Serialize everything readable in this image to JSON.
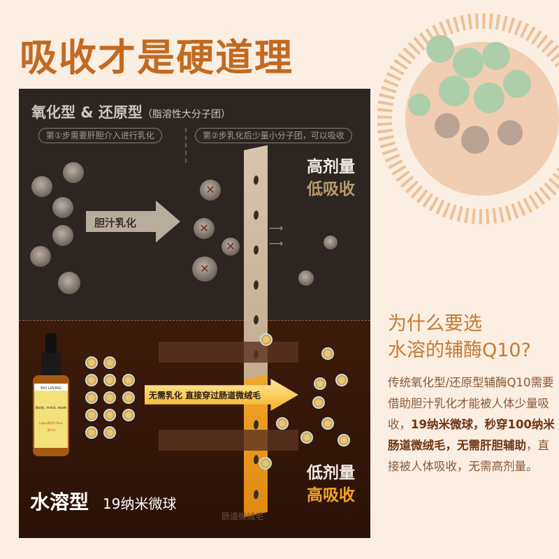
{
  "title": "吸收才是硬道理",
  "panel": {
    "heading": "氧化型 & 还原型",
    "heading_note": "（脂溶性大分子团）",
    "step1": "第①步需要肝胆介入进行乳化",
    "step2": "第②步乳化后少量小分子团，可以吸收",
    "bile_label": "胆汁乳化",
    "high_dose": "高剂量",
    "low_absorption": "低吸收",
    "arrow_label": "无需乳化 直接穿过肠道微绒毛",
    "low_dose": "低剂量",
    "high_absorption": "高吸收",
    "water_soluble": "水溶型",
    "water_soluble_sub": "19纳米微球",
    "villi_label": "肠道微绒毛",
    "bottle": {
      "brand": "BIO LOVING",
      "slogan": "Body, mind, reset",
      "product": "LiquidQ10 Plus",
      "volume": "30 ml"
    }
  },
  "side": {
    "title_line1": "为什么要选",
    "title_line2": "水溶的辅酶Q10?",
    "body_1": "传统氧化型/还原型辅酶Q10需要借助胆汁乳化才能被人体少量吸收，",
    "body_bold1": "19纳米微球，秒穿100纳米肠道微绒毛，无需肝胆辅助",
    "body_2": "，直接被人体吸收，无需高剂量。"
  },
  "colors": {
    "accent": "#c26a22",
    "panel": "#2c2521",
    "orange": "#f3a423"
  }
}
